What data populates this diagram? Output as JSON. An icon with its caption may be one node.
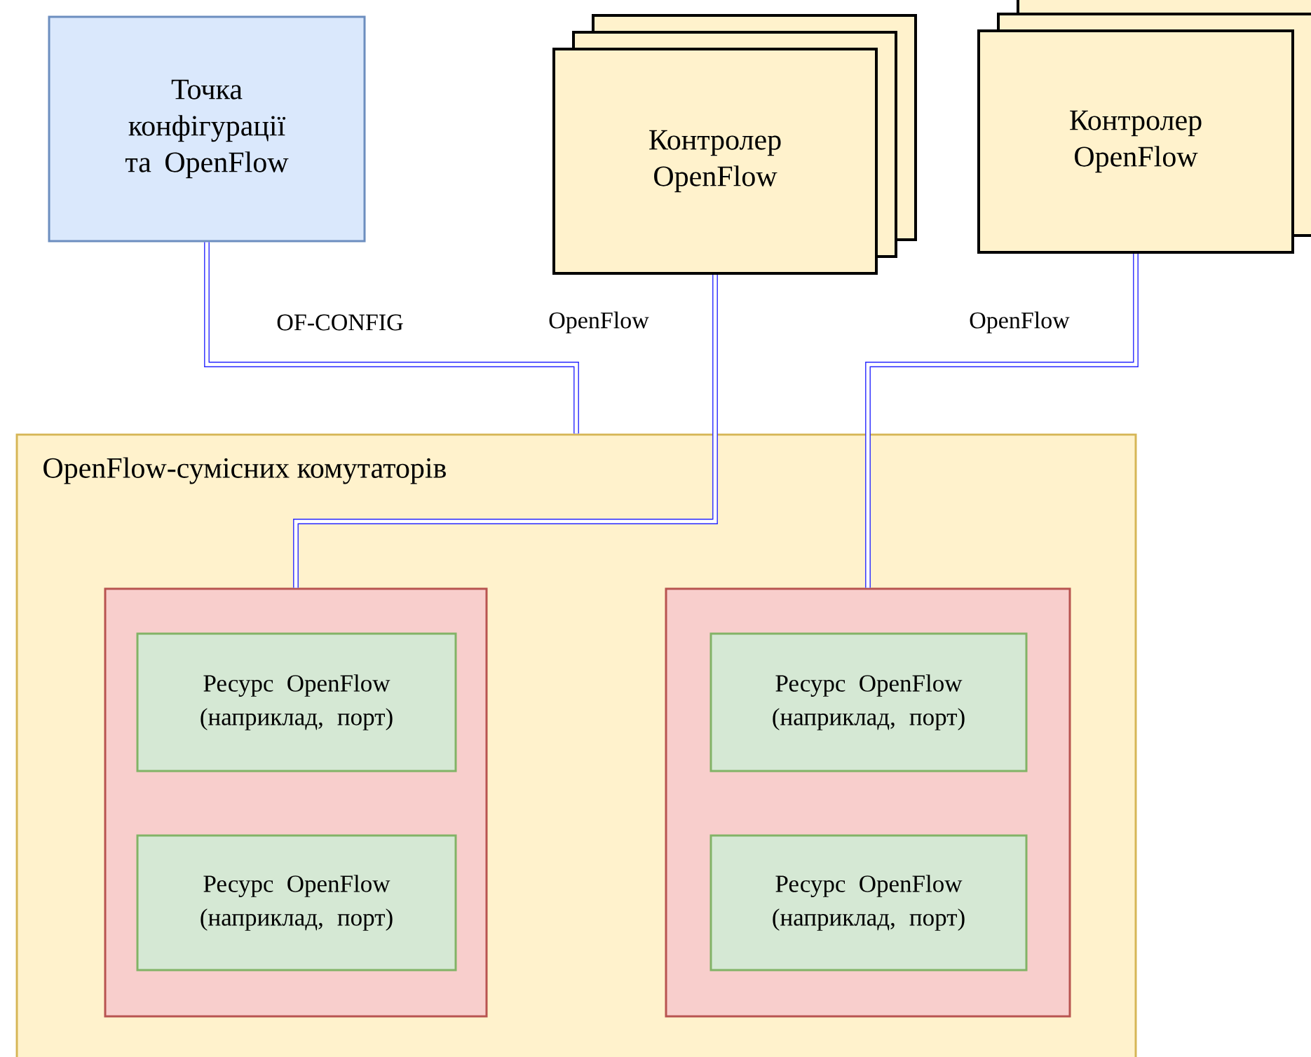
{
  "diagram": {
    "nodes": [
      {
        "text": [
          "Точка конфігурації та OpenFlow"
        ]
      },
      {
        "text": [
          "Контролер OpenFlow"
        ]
      },
      {
        "text": [
          "Контролер OpenFlow"
        ]
      },
      {
        "text": [
          "OpenFlow-сумісних комутаторів"
        ]
      },
      {
        "text": [],
        "shape": "box",
        "in": 3
      },
      {
        "text": [
          "Ресурс OpenFlow (наприклад, порт)"
        ],
        "in": 4
      },
      {
        "text": [
          "Ресурс OpenFlow (наприклад, порт)"
        ],
        "in": 4
      },
      {
        "text": [],
        "shape": "box",
        "in": 3
      },
      {
        "text": [
          "Ресурс OpenFlow (наприклад, порт)"
        ],
        "in": 7
      },
      {
        "text": [
          "Ресурс OpenFlow (наприклад, порт)"
        ],
        "in": 7
      }
    ],
    "edges": [
      {
        "from": 0,
        "to": 3,
        "arrow": "none",
        "label": "OF-CONFIG"
      },
      {
        "from": 1,
        "to": 4,
        "arrow": "none",
        "label": "OpenFlow"
      },
      {
        "from": 2,
        "to": 7,
        "arrow": "none",
        "label": "OpenFlow"
      }
    ]
  }
}
